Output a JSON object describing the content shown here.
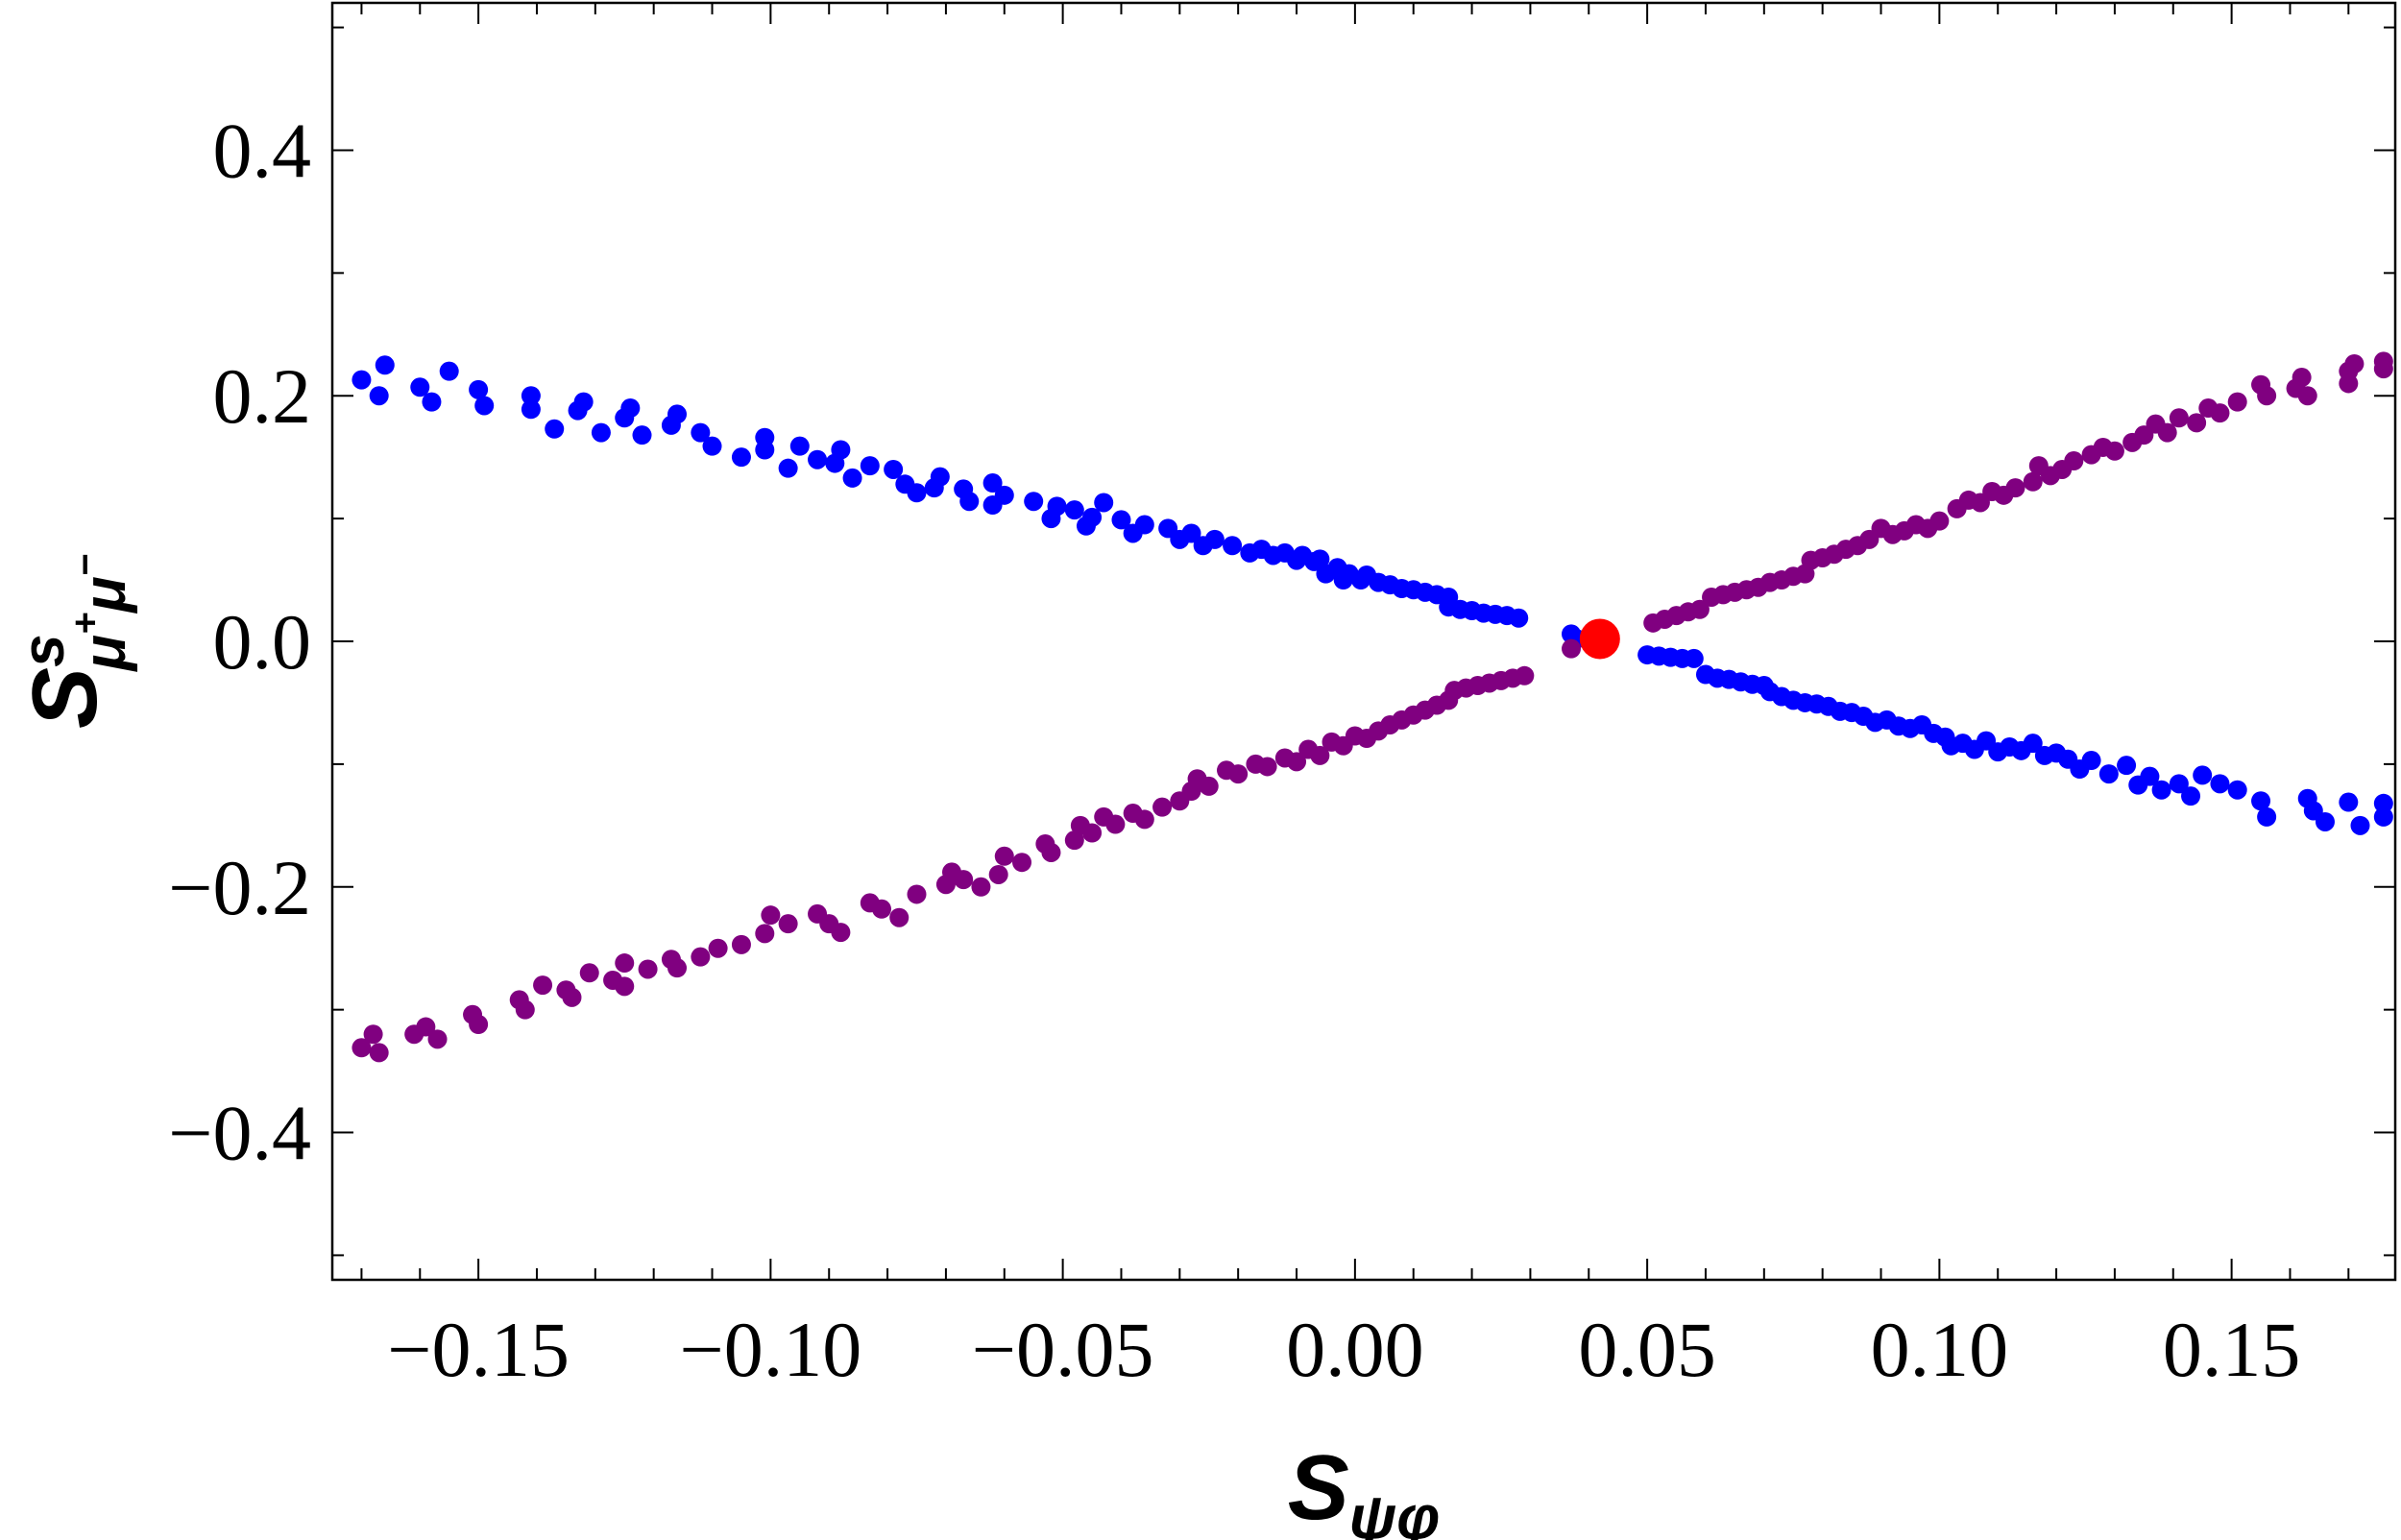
{
  "chart_data": {
    "type": "scatter",
    "title": "",
    "xlabel": {
      "main": "S",
      "sub": "ψφ"
    },
    "ylabel": {
      "main": "S",
      "sup": "s",
      "sub": "μ",
      "sub_sup1": "+",
      "sub2": "μ",
      "sub_sup2": "−"
    },
    "xlim": [
      -0.175,
      0.178
    ],
    "ylim": [
      -0.52,
      0.52
    ],
    "x_ticks": [
      -0.15,
      -0.1,
      -0.05,
      0.0,
      0.05,
      0.1,
      0.15
    ],
    "x_tick_labels": [
      "−0.15",
      "−0.10",
      "−0.05",
      "0.00",
      "0.05",
      "0.10",
      "0.15"
    ],
    "y_ticks": [
      -0.4,
      -0.2,
      0.0,
      0.2,
      0.4
    ],
    "y_tick_labels": [
      "−0.4",
      "−0.2",
      "0.0",
      "0.2",
      "0.4"
    ],
    "grid": false,
    "series": [
      {
        "color": "#0000ff",
        "points": [
          [
            -0.17,
            0.213
          ],
          [
            -0.167,
            0.2
          ],
          [
            -0.166,
            0.225
          ],
          [
            -0.16,
            0.207
          ],
          [
            -0.158,
            0.195
          ],
          [
            -0.155,
            0.22
          ],
          [
            -0.15,
            0.205
          ],
          [
            -0.149,
            0.192
          ],
          [
            -0.141,
            0.2
          ],
          [
            -0.141,
            0.189
          ],
          [
            -0.137,
            0.173
          ],
          [
            -0.133,
            0.188
          ],
          [
            -0.132,
            0.195
          ],
          [
            -0.129,
            0.17
          ],
          [
            -0.125,
            0.182
          ],
          [
            -0.124,
            0.19
          ],
          [
            -0.122,
            0.168
          ],
          [
            -0.117,
            0.176
          ],
          [
            -0.116,
            0.185
          ],
          [
            -0.112,
            0.17
          ],
          [
            -0.11,
            0.159
          ],
          [
            -0.105,
            0.15
          ],
          [
            -0.101,
            0.166
          ],
          [
            -0.101,
            0.156
          ],
          [
            -0.097,
            0.141
          ],
          [
            -0.095,
            0.159
          ],
          [
            -0.092,
            0.148
          ],
          [
            -0.089,
            0.145
          ],
          [
            -0.088,
            0.156
          ],
          [
            -0.086,
            0.133
          ],
          [
            -0.083,
            0.143
          ],
          [
            -0.079,
            0.14
          ],
          [
            -0.077,
            0.128
          ],
          [
            -0.075,
            0.121
          ],
          [
            -0.072,
            0.125
          ],
          [
            -0.071,
            0.134
          ],
          [
            -0.067,
            0.124
          ],
          [
            -0.066,
            0.114
          ],
          [
            -0.062,
            0.129
          ],
          [
            -0.062,
            0.111
          ],
          [
            -0.06,
            0.119
          ],
          [
            -0.055,
            0.114
          ],
          [
            -0.052,
            0.1
          ],
          [
            -0.051,
            0.11
          ],
          [
            -0.048,
            0.107
          ],
          [
            -0.046,
            0.094
          ],
          [
            -0.045,
            0.101
          ],
          [
            -0.043,
            0.113
          ],
          [
            -0.04,
            0.099
          ],
          [
            -0.038,
            0.088
          ],
          [
            -0.036,
            0.095
          ],
          [
            -0.032,
            0.092
          ],
          [
            -0.03,
            0.083
          ],
          [
            -0.028,
            0.088
          ],
          [
            -0.026,
            0.078
          ],
          [
            -0.024,
            0.083
          ],
          [
            -0.021,
            0.078
          ],
          [
            -0.018,
            0.072
          ],
          [
            -0.016,
            0.075
          ],
          [
            -0.014,
            0.07
          ],
          [
            -0.012,
            0.072
          ],
          [
            -0.01,
            0.066
          ],
          [
            -0.009,
            0.07
          ],
          [
            -0.007,
            0.065
          ],
          [
            -0.006,
            0.067
          ],
          [
            -0.005,
            0.055
          ],
          [
            -0.003,
            0.06
          ],
          [
            -0.002,
            0.05
          ],
          [
            -0.001,
            0.055
          ],
          [
            0.001,
            0.05
          ],
          [
            0.002,
            0.054
          ],
          [
            0.004,
            0.048
          ],
          [
            0.006,
            0.046
          ],
          [
            0.008,
            0.043
          ],
          [
            0.01,
            0.042
          ],
          [
            0.012,
            0.04
          ],
          [
            0.014,
            0.038
          ],
          [
            0.016,
            0.036
          ],
          [
            0.016,
            0.028
          ],
          [
            0.018,
            0.026
          ],
          [
            0.02,
            0.025
          ],
          [
            0.022,
            0.023
          ],
          [
            0.024,
            0.022
          ],
          [
            0.026,
            0.021
          ],
          [
            0.028,
            0.019
          ],
          [
            0.037,
            0.006
          ],
          [
            0.038,
            0.002
          ],
          [
            0.05,
            -0.011
          ],
          [
            0.052,
            -0.012
          ],
          [
            0.054,
            -0.013
          ],
          [
            0.056,
            -0.014
          ],
          [
            0.058,
            -0.014
          ],
          [
            0.06,
            -0.027
          ],
          [
            0.062,
            -0.03
          ],
          [
            0.064,
            -0.031
          ],
          [
            0.066,
            -0.033
          ],
          [
            0.068,
            -0.035
          ],
          [
            0.07,
            -0.036
          ],
          [
            0.071,
            -0.041
          ],
          [
            0.073,
            -0.045
          ],
          [
            0.075,
            -0.048
          ],
          [
            0.077,
            -0.05
          ],
          [
            0.079,
            -0.051
          ],
          [
            0.081,
            -0.053
          ],
          [
            0.083,
            -0.057
          ],
          [
            0.085,
            -0.058
          ],
          [
            0.087,
            -0.061
          ],
          [
            0.089,
            -0.066
          ],
          [
            0.091,
            -0.064
          ],
          [
            0.093,
            -0.069
          ],
          [
            0.095,
            -0.071
          ],
          [
            0.097,
            -0.068
          ],
          [
            0.099,
            -0.075
          ],
          [
            0.101,
            -0.078
          ],
          [
            0.102,
            -0.085
          ],
          [
            0.104,
            -0.083
          ],
          [
            0.106,
            -0.088
          ],
          [
            0.108,
            -0.081
          ],
          [
            0.11,
            -0.09
          ],
          [
            0.112,
            -0.086
          ],
          [
            0.114,
            -0.089
          ],
          [
            0.116,
            -0.083
          ],
          [
            0.118,
            -0.093
          ],
          [
            0.12,
            -0.091
          ],
          [
            0.122,
            -0.096
          ],
          [
            0.124,
            -0.104
          ],
          [
            0.126,
            -0.097
          ],
          [
            0.129,
            -0.108
          ],
          [
            0.132,
            -0.101
          ],
          [
            0.134,
            -0.117
          ],
          [
            0.136,
            -0.11
          ],
          [
            0.138,
            -0.121
          ],
          [
            0.141,
            -0.116
          ],
          [
            0.143,
            -0.126
          ],
          [
            0.145,
            -0.109
          ],
          [
            0.148,
            -0.116
          ],
          [
            0.151,
            -0.121
          ],
          [
            0.155,
            -0.13
          ],
          [
            0.156,
            -0.143
          ],
          [
            0.163,
            -0.128
          ],
          [
            0.164,
            -0.138
          ],
          [
            0.166,
            -0.147
          ],
          [
            0.17,
            -0.131
          ],
          [
            0.172,
            -0.15
          ],
          [
            0.176,
            -0.143
          ],
          [
            0.176,
            -0.132
          ]
        ]
      },
      {
        "color": "#800080",
        "points": [
          [
            -0.17,
            -0.331
          ],
          [
            -0.168,
            -0.32
          ],
          [
            -0.167,
            -0.335
          ],
          [
            -0.161,
            -0.32
          ],
          [
            -0.159,
            -0.314
          ],
          [
            -0.157,
            -0.324
          ],
          [
            -0.151,
            -0.304
          ],
          [
            -0.15,
            -0.312
          ],
          [
            -0.143,
            -0.292
          ],
          [
            -0.142,
            -0.3
          ],
          [
            -0.139,
            -0.28
          ],
          [
            -0.135,
            -0.284
          ],
          [
            -0.134,
            -0.29
          ],
          [
            -0.131,
            -0.27
          ],
          [
            -0.127,
            -0.276
          ],
          [
            -0.125,
            -0.262
          ],
          [
            -0.125,
            -0.281
          ],
          [
            -0.121,
            -0.267
          ],
          [
            -0.117,
            -0.259
          ],
          [
            -0.116,
            -0.266
          ],
          [
            -0.112,
            -0.257
          ],
          [
            -0.109,
            -0.25
          ],
          [
            -0.105,
            -0.247
          ],
          [
            -0.101,
            -0.238
          ],
          [
            -0.1,
            -0.223
          ],
          [
            -0.097,
            -0.23
          ],
          [
            -0.092,
            -0.222
          ],
          [
            -0.09,
            -0.23
          ],
          [
            -0.088,
            -0.237
          ],
          [
            -0.083,
            -0.213
          ],
          [
            -0.081,
            -0.218
          ],
          [
            -0.078,
            -0.225
          ],
          [
            -0.075,
            -0.206
          ],
          [
            -0.07,
            -0.198
          ],
          [
            -0.069,
            -0.188
          ],
          [
            -0.067,
            -0.194
          ],
          [
            -0.064,
            -0.2
          ],
          [
            -0.061,
            -0.19
          ],
          [
            -0.06,
            -0.175
          ],
          [
            -0.057,
            -0.18
          ],
          [
            -0.053,
            -0.165
          ],
          [
            -0.052,
            -0.172
          ],
          [
            -0.048,
            -0.162
          ],
          [
            -0.047,
            -0.15
          ],
          [
            -0.045,
            -0.156
          ],
          [
            -0.043,
            -0.143
          ],
          [
            -0.041,
            -0.149
          ],
          [
            -0.038,
            -0.14
          ],
          [
            -0.036,
            -0.145
          ],
          [
            -0.033,
            -0.135
          ],
          [
            -0.03,
            -0.13
          ],
          [
            -0.028,
            -0.122
          ],
          [
            -0.027,
            -0.112
          ],
          [
            -0.025,
            -0.118
          ],
          [
            -0.022,
            -0.105
          ],
          [
            -0.02,
            -0.108
          ],
          [
            -0.017,
            -0.1
          ],
          [
            -0.015,
            -0.102
          ],
          [
            -0.012,
            -0.095
          ],
          [
            -0.01,
            -0.098
          ],
          [
            -0.008,
            -0.088
          ],
          [
            -0.006,
            -0.093
          ],
          [
            -0.004,
            -0.082
          ],
          [
            -0.002,
            -0.085
          ],
          [
            0.0,
            -0.077
          ],
          [
            0.002,
            -0.079
          ],
          [
            0.004,
            -0.073
          ],
          [
            0.006,
            -0.068
          ],
          [
            0.008,
            -0.064
          ],
          [
            0.01,
            -0.06
          ],
          [
            0.012,
            -0.056
          ],
          [
            0.014,
            -0.052
          ],
          [
            0.016,
            -0.048
          ],
          [
            0.017,
            -0.04
          ],
          [
            0.019,
            -0.038
          ],
          [
            0.021,
            -0.036
          ],
          [
            0.023,
            -0.034
          ],
          [
            0.025,
            -0.032
          ],
          [
            0.027,
            -0.03
          ],
          [
            0.029,
            -0.028
          ],
          [
            0.037,
            -0.006
          ],
          [
            0.051,
            0.015
          ],
          [
            0.053,
            0.018
          ],
          [
            0.055,
            0.021
          ],
          [
            0.057,
            0.024
          ],
          [
            0.059,
            0.026
          ],
          [
            0.061,
            0.036
          ],
          [
            0.063,
            0.038
          ],
          [
            0.065,
            0.04
          ],
          [
            0.067,
            0.042
          ],
          [
            0.069,
            0.044
          ],
          [
            0.071,
            0.048
          ],
          [
            0.073,
            0.05
          ],
          [
            0.075,
            0.053
          ],
          [
            0.077,
            0.055
          ],
          [
            0.078,
            0.066
          ],
          [
            0.08,
            0.068
          ],
          [
            0.082,
            0.071
          ],
          [
            0.084,
            0.075
          ],
          [
            0.086,
            0.078
          ],
          [
            0.088,
            0.083
          ],
          [
            0.09,
            0.092
          ],
          [
            0.092,
            0.087
          ],
          [
            0.094,
            0.09
          ],
          [
            0.096,
            0.095
          ],
          [
            0.098,
            0.092
          ],
          [
            0.1,
            0.098
          ],
          [
            0.103,
            0.108
          ],
          [
            0.105,
            0.115
          ],
          [
            0.107,
            0.113
          ],
          [
            0.109,
            0.122
          ],
          [
            0.111,
            0.119
          ],
          [
            0.113,
            0.125
          ],
          [
            0.116,
            0.13
          ],
          [
            0.117,
            0.143
          ],
          [
            0.119,
            0.135
          ],
          [
            0.121,
            0.14
          ],
          [
            0.123,
            0.147
          ],
          [
            0.126,
            0.152
          ],
          [
            0.128,
            0.158
          ],
          [
            0.13,
            0.155
          ],
          [
            0.133,
            0.162
          ],
          [
            0.135,
            0.168
          ],
          [
            0.137,
            0.177
          ],
          [
            0.139,
            0.17
          ],
          [
            0.141,
            0.182
          ],
          [
            0.144,
            0.178
          ],
          [
            0.146,
            0.19
          ],
          [
            0.148,
            0.186
          ],
          [
            0.151,
            0.195
          ],
          [
            0.155,
            0.209
          ],
          [
            0.156,
            0.2
          ],
          [
            0.161,
            0.206
          ],
          [
            0.162,
            0.215
          ],
          [
            0.163,
            0.2
          ],
          [
            0.17,
            0.22
          ],
          [
            0.17,
            0.21
          ],
          [
            0.171,
            0.226
          ],
          [
            0.176,
            0.222
          ],
          [
            0.176,
            0.228
          ]
        ]
      },
      {
        "color": "#ff0000",
        "marker": "large",
        "points": [
          [
            0.0419,
            0.002
          ]
        ]
      }
    ]
  }
}
